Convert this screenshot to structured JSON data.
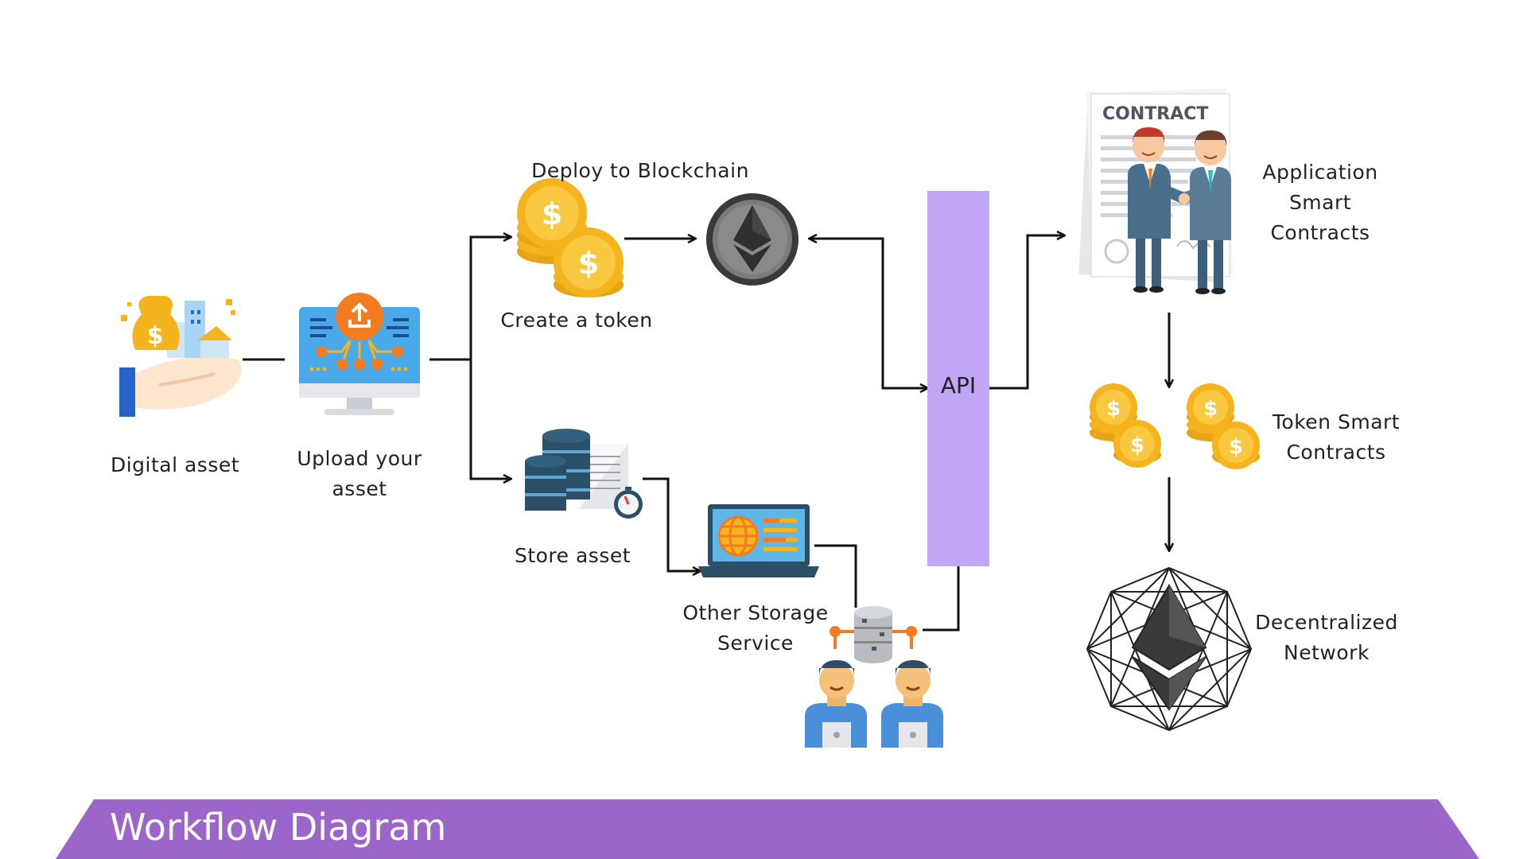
{
  "title": "Workflow Diagram",
  "colors": {
    "banner": "#9c65c9",
    "api": "#c1a6f5",
    "arrow": "#111111",
    "coin": "#f5b41e",
    "ethereum": "#555555"
  },
  "nodes": {
    "digital_asset": {
      "label": "Digital asset",
      "icon": "money-bag-city-hand-icon"
    },
    "upload_asset": {
      "label_lines": [
        "Upload your",
        "asset"
      ],
      "icon": "upload-monitor-icon"
    },
    "create_token": {
      "label": "Create a token",
      "icon": "coins-icon"
    },
    "deploy_blockchain": {
      "label": "Deploy to Blockchain",
      "icon": "ethereum-coin-icon"
    },
    "store_asset": {
      "label": "Store asset",
      "icon": "database-document-icon"
    },
    "other_storage": {
      "label_lines": [
        "Other Storage",
        "Service"
      ],
      "icon": "laptop-globe-icon"
    },
    "storage_users": {
      "icon": "users-database-icon"
    },
    "api": {
      "label": "API"
    },
    "app_contracts": {
      "label_lines": [
        "Application",
        "Smart",
        "Contracts"
      ],
      "icon": "contract-handshake-icon"
    },
    "token_contracts": {
      "label_lines": [
        "Token Smart",
        "Contracts"
      ],
      "icon": "coin-stacks-icon"
    },
    "decentralized_network": {
      "label_lines": [
        "Decentralized",
        "Network"
      ],
      "icon": "ethereum-network-icon"
    }
  }
}
